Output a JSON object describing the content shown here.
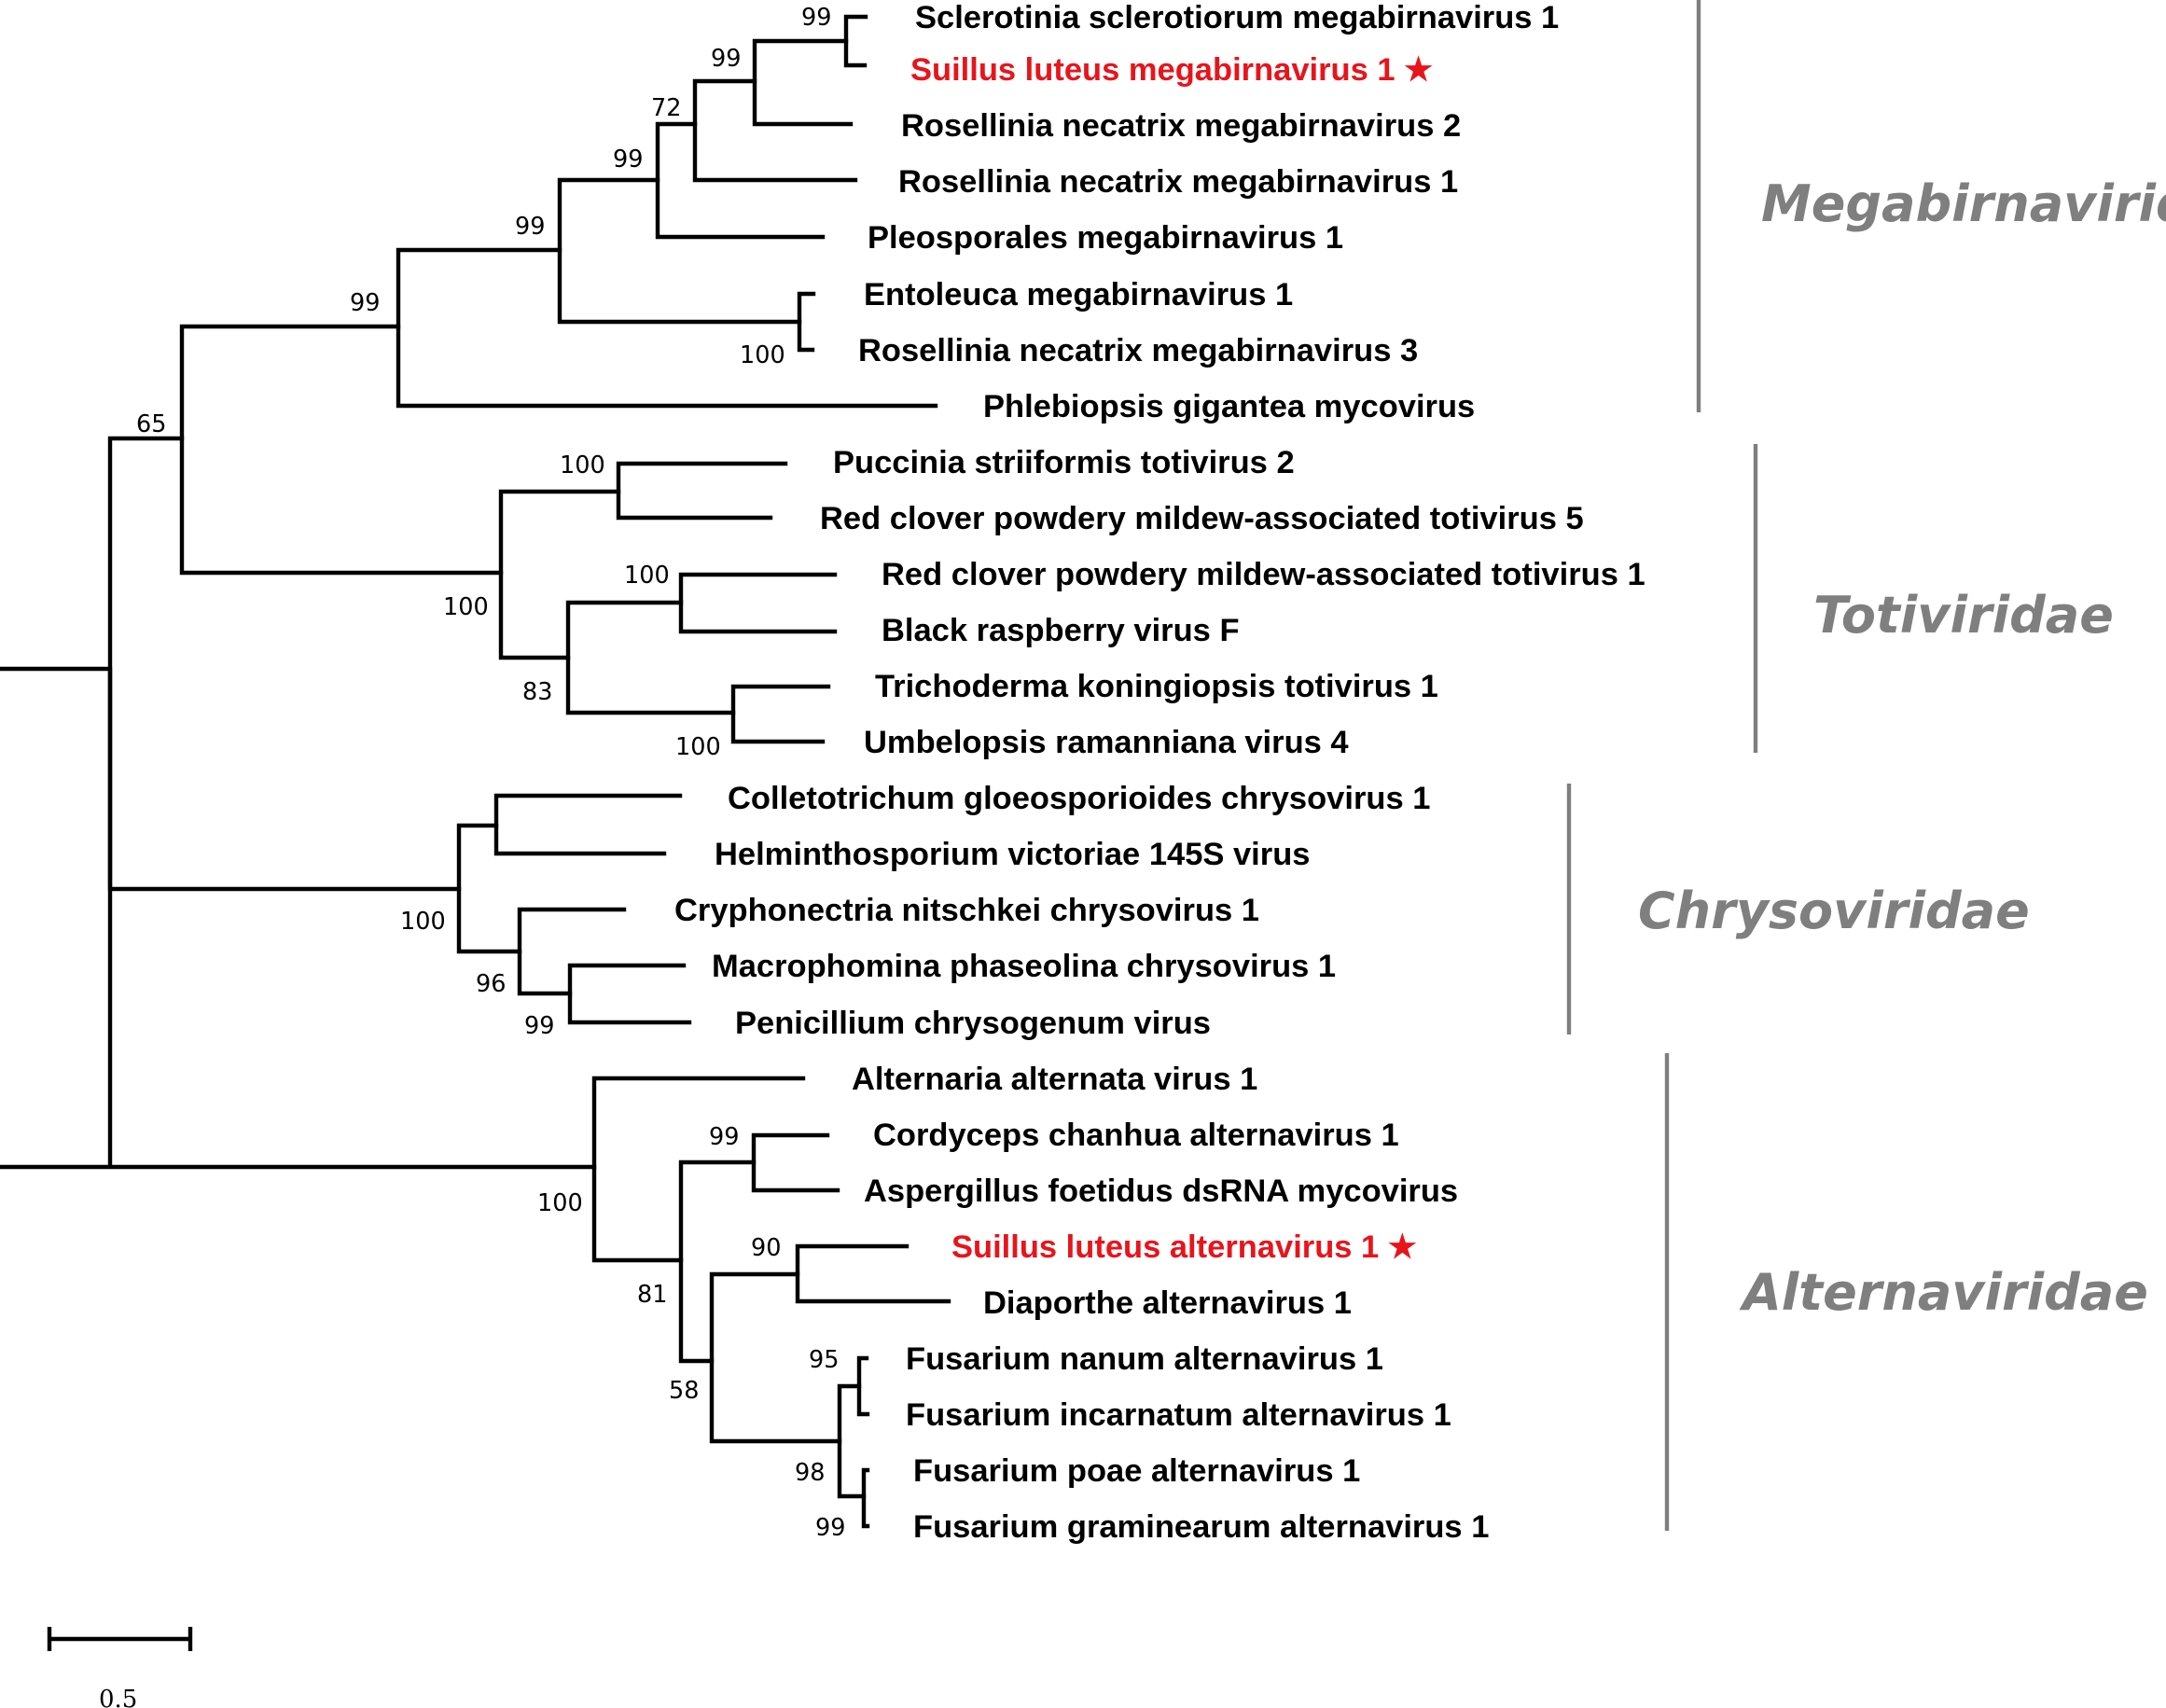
{
  "colors": {
    "branch": "#000000",
    "highlight": "#e8141c",
    "family": "#7f7f7f"
  },
  "taxa": [
    {
      "label": "Sclerotinia sclerotiorum megabirnavirus 1",
      "highlight": false
    },
    {
      "label": "Suillus luteus megabirnavirus 1",
      "highlight": true,
      "marker": "★"
    },
    {
      "label": "Rosellinia necatrix megabirnavirus 2",
      "highlight": false
    },
    {
      "label": "Rosellinia necatrix megabirnavirus 1",
      "highlight": false
    },
    {
      "label": "Pleosporales megabirnavirus 1",
      "highlight": false
    },
    {
      "label": "Entoleuca megabirnavirus 1",
      "highlight": false
    },
    {
      "label": "Rosellinia necatrix megabirnavirus 3",
      "highlight": false
    },
    {
      "label": "Phlebiopsis gigantea mycovirus",
      "highlight": false
    },
    {
      "label": "Puccinia striiformis totivirus 2",
      "highlight": false
    },
    {
      "label": "Red clover powdery mildew-associated totivirus 5",
      "highlight": false
    },
    {
      "label": "Red clover powdery mildew-associated totivirus 1",
      "highlight": false
    },
    {
      "label": "Black raspberry virus F",
      "highlight": false
    },
    {
      "label": "Trichoderma koningiopsis totivirus 1",
      "highlight": false
    },
    {
      "label": "Umbelopsis ramanniana virus 4",
      "highlight": false
    },
    {
      "label": "Colletotrichum gloeosporioides chrysovirus 1",
      "highlight": false
    },
    {
      "label": "Helminthosporium victoriae 145S virus",
      "highlight": false
    },
    {
      "label": "Cryphonectria nitschkei chrysovirus 1",
      "highlight": false
    },
    {
      "label": "Macrophomina phaseolina chrysovirus 1",
      "highlight": false
    },
    {
      "label": "Penicillium chrysogenum virus",
      "highlight": false
    },
    {
      "label": "Alternaria alternata virus 1",
      "highlight": false
    },
    {
      "label": "Cordyceps chanhua alternavirus 1",
      "highlight": false
    },
    {
      "label": "Aspergillus foetidus dsRNA mycovirus",
      "highlight": false
    },
    {
      "label": "Suillus luteus alternavirus 1",
      "highlight": true,
      "marker": "★"
    },
    {
      "label": "Diaporthe alternavirus 1",
      "highlight": false
    },
    {
      "label": "Fusarium nanum alternavirus 1",
      "highlight": false
    },
    {
      "label": "Fusarium incarnatum alternavirus 1",
      "highlight": false
    },
    {
      "label": "Fusarium poae alternavirus 1",
      "highlight": false
    },
    {
      "label": "Fusarium graminearum alternavirus 1",
      "highlight": false
    }
  ],
  "support_values": [
    "99",
    "99",
    "72",
    "99",
    "99",
    "99",
    "65",
    "100",
    "100",
    "100",
    "100",
    "83",
    "100",
    "100",
    "96",
    "99",
    "99",
    "90",
    "95",
    "98",
    "99",
    "81",
    "58",
    "100"
  ],
  "families": [
    "Megabirnaviridae",
    "Totiviridae",
    "Chrysoviridae",
    "Alternaviridae"
  ],
  "scale_bar": {
    "length": 0.5,
    "label": "0.5"
  }
}
